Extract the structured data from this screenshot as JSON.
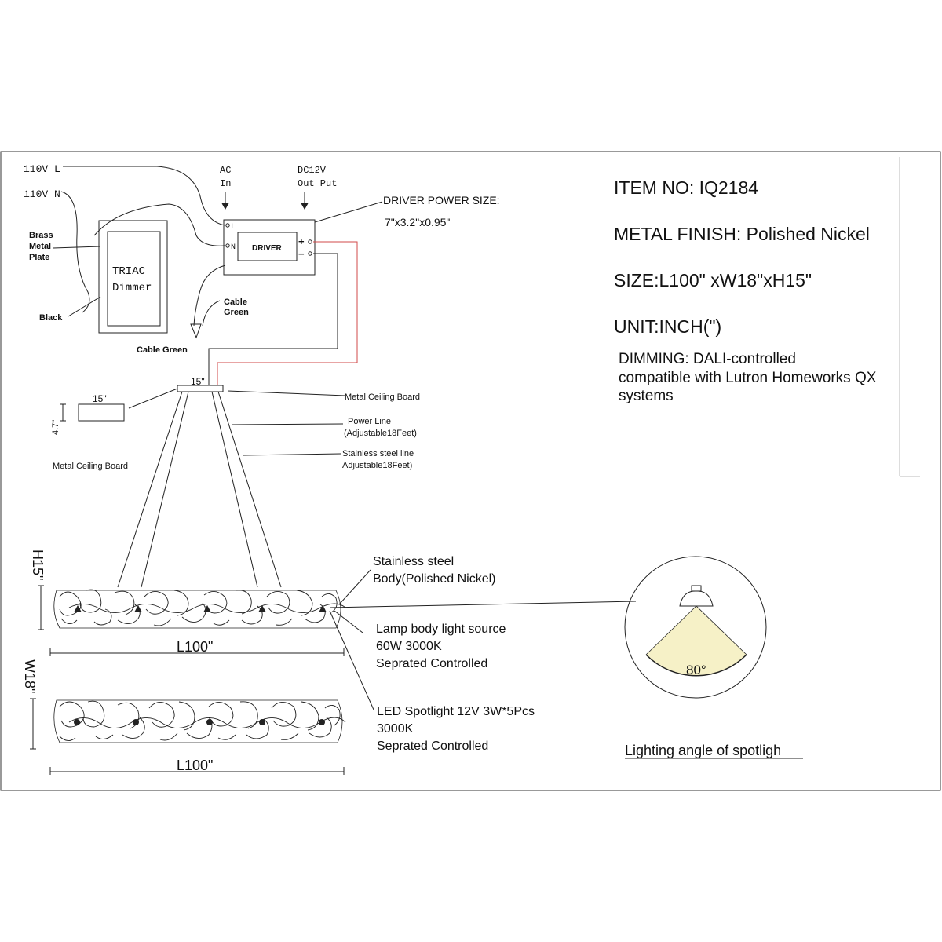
{
  "info": {
    "item_no": "ITEM NO: IQ2184",
    "metal_finish": "METAL FINISH: Polished Nickel",
    "size": "SIZE:L100\" xW18\"xH15\"",
    "unit": "UNIT:INCH(\")",
    "dimming_1": "DIMMING: DALI-controlled",
    "dimming_2": "compatible with Lutron Homeworks QX",
    "dimming_3": "systems"
  },
  "wiring": {
    "line_l": "110V L",
    "line_n": "110V N",
    "ac_1": "AC",
    "ac_2": "In",
    "dc_1": "DC12V",
    "dc_2": "Out Put",
    "terminal_l": "L",
    "terminal_n": "N",
    "terminal_plus": "+",
    "terminal_minus": "−",
    "driver": "DRIVER",
    "driver_size_title": "DRIVER POWER SIZE:",
    "driver_size": "7\"x3.2\"x0.95\"",
    "brass_1": "Brass",
    "brass_2": "Metal",
    "brass_3": "Plate",
    "triac_1": "TRIAC",
    "triac_2": "Dimmer",
    "black": "Black",
    "cable_green_1": "Cable",
    "cable_green_2": "Green",
    "cable_green_bottom": "Cable Green"
  },
  "ceiling": {
    "canopy_width": "15\"",
    "board_width": "15\"",
    "board_height": "4.7\"",
    "board_label": "Metal Ceiling Board",
    "canopy_label": "Metal Ceiling Board",
    "power_line_1": "Power Line",
    "power_line_2": "(Adjustable18Feet)",
    "steel_line_1": "Stainless steel line",
    "steel_line_2": "Adjustable18Feet)"
  },
  "fixture": {
    "height": "H15\"",
    "length_side": "L100\"",
    "width": "W18\"",
    "length_top": "L100\"",
    "body_1": "Stainless steel",
    "body_2": "Body(Polished Nickel)",
    "lamp_1": "Lamp body light source",
    "lamp_2": "60W 3000K",
    "lamp_3": "Seprated Controlled",
    "led_1": "LED  Spotlight 12V 3W*5Pcs",
    "led_2": "3000K",
    "led_3": "Seprated Controlled"
  },
  "spotlight": {
    "angle": "80°",
    "caption": "Lighting angle of spotligh"
  },
  "colors": {
    "line": "#222222",
    "red_wire": "#d24a4a",
    "beam": "#f6f1c7"
  }
}
